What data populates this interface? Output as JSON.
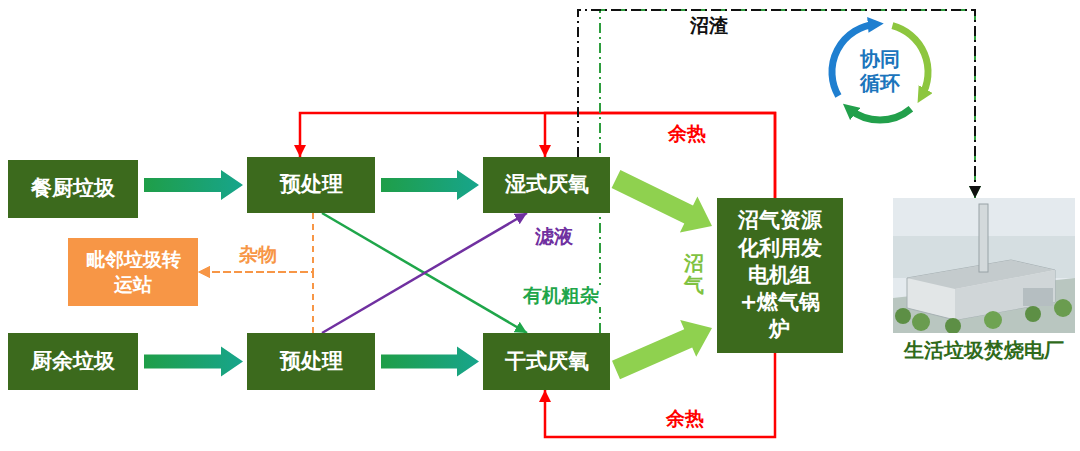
{
  "diagram": {
    "nodes": [
      {
        "text": [
          "餐厨垃圾"
        ]
      },
      {
        "text": [
          "预处理"
        ]
      },
      {
        "text": [
          "湿式厌氧"
        ]
      },
      {
        "text": [
          "毗邻垃圾转运站"
        ]
      },
      {
        "text": [
          "沼气资源化利用发电机组+燃气锅炉"
        ]
      },
      {
        "text": [
          "生活垃圾焚烧电厂"
        ]
      },
      {
        "text": [
          "厨余垃圾"
        ]
      },
      {
        "text": [
          "预处理"
        ]
      },
      {
        "text": [
          "干式厌氧"
        ]
      }
    ],
    "edges": [
      {
        "from": 0,
        "to": 1,
        "arrow": "to"
      },
      {
        "from": 1,
        "to": 2,
        "arrow": "to"
      },
      {
        "from": 6,
        "to": 7,
        "arrow": "to"
      },
      {
        "from": 7,
        "to": 8,
        "arrow": "to"
      },
      {
        "from": 1,
        "to": 8,
        "arrow": "to",
        "label": "有机粗杂"
      },
      {
        "from": 7,
        "to": 2,
        "arrow": "to",
        "label": "滤液"
      },
      {
        "from": 1,
        "to": 3,
        "arrow": "to",
        "label": "杂物"
      },
      {
        "from": 7,
        "to": 3,
        "arrow": "to"
      },
      {
        "from": 2,
        "to": 4,
        "arrow": "to"
      },
      {
        "from": 8,
        "to": 4,
        "arrow": "to"
      },
      {
        "from": 4,
        "to": 1,
        "arrow": "to",
        "label": "余热"
      },
      {
        "from": 4,
        "to": 2,
        "arrow": "to"
      },
      {
        "from": 4,
        "to": 8,
        "arrow": "to",
        "label": "余热"
      },
      {
        "from": 2,
        "to": 5,
        "arrow": "to",
        "label": "沼渣"
      },
      {
        "from": 8,
        "to": 5,
        "arrow": "to"
      }
    ],
    "labels": [
      "协同循环",
      "沼气"
    ]
  }
}
